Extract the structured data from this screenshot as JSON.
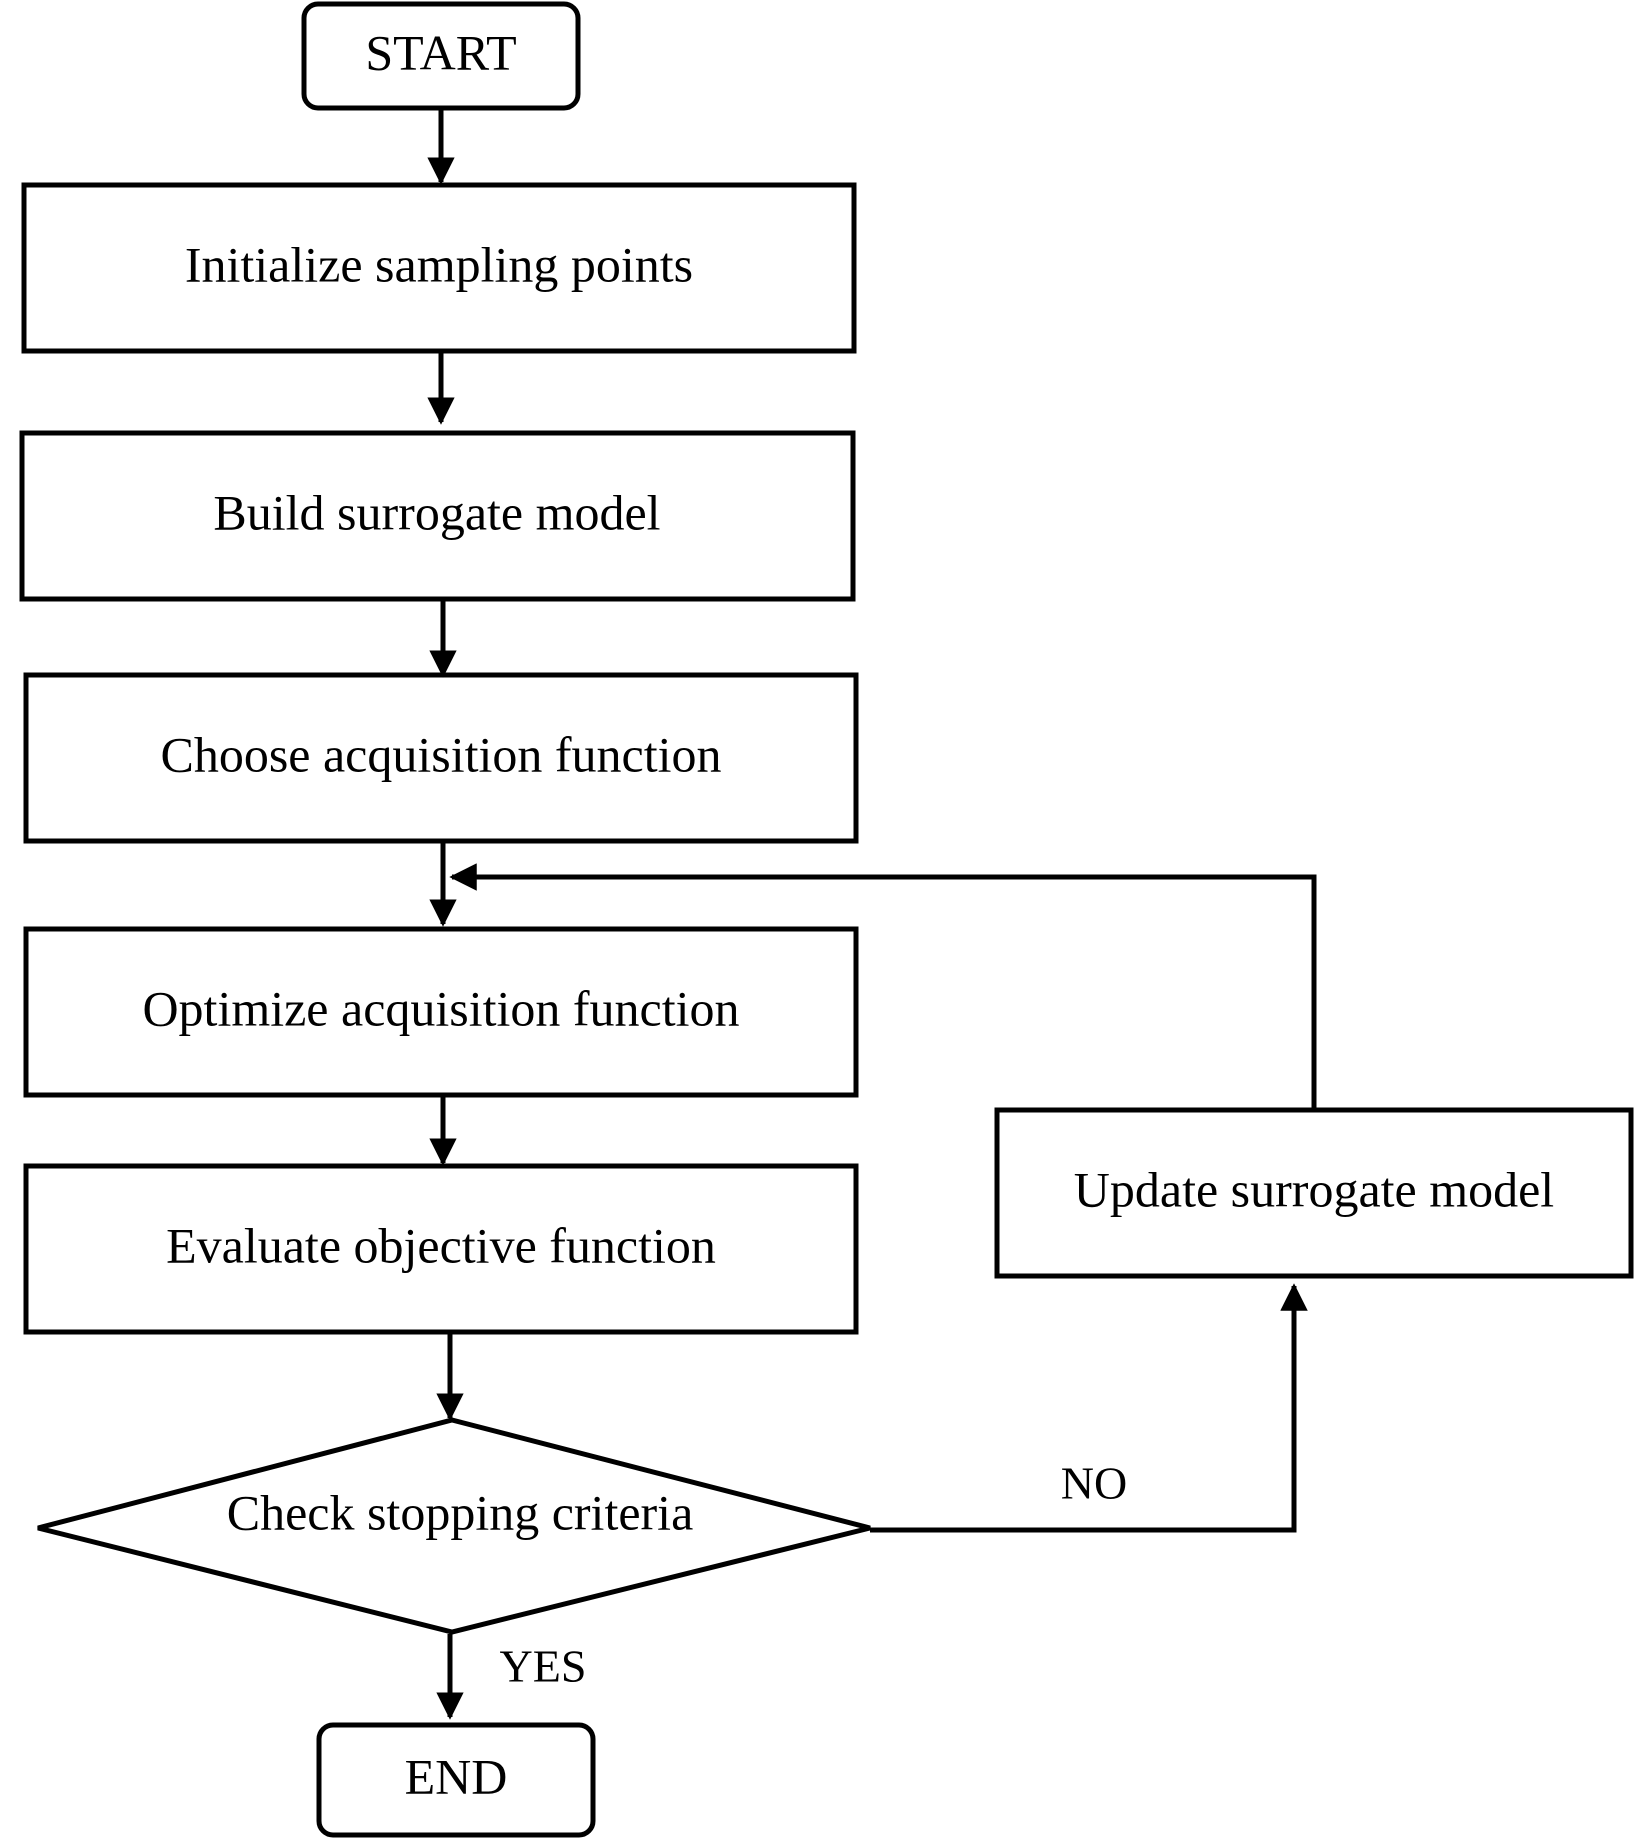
{
  "nodes": {
    "start": "START",
    "init": "Initialize sampling points",
    "build": "Build surrogate model",
    "choose": "Choose acquisition function",
    "optimize": "Optimize acquisition function",
    "evaluate": "Evaluate objective function",
    "check": "Check stopping criteria",
    "update": "Update surrogate model",
    "end": "END"
  },
  "edge_labels": {
    "no": "NO",
    "yes": "YES"
  }
}
